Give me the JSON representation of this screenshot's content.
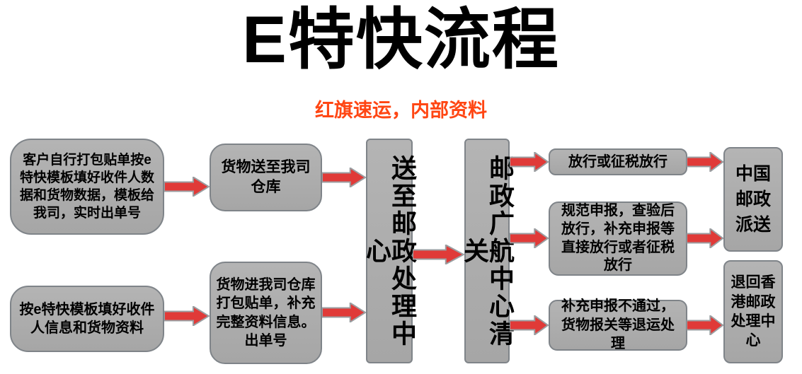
{
  "header": {
    "title": "E特快流程",
    "subtitle": "红旗速运，内部资料"
  },
  "flow": {
    "boxes": [
      {
        "id": "customer-self-pack",
        "text": "客户自行打包贴单按e特快模板填好收件人数据和货物数据，模板给我司，实时出单号"
      },
      {
        "id": "fill-template-info",
        "text": "按e特快模板填好收件人信息和货物资料"
      },
      {
        "id": "goods-to-our-warehouse",
        "text": "货物送至我司仓库"
      },
      {
        "id": "goods-into-warehouse-pack",
        "text": "货物进我司仓库打包贴单，补充完整资料信息。出单号"
      },
      {
        "id": "send-to-postal-center",
        "text": "送至邮政处理中心"
      },
      {
        "id": "postal-guanghang-clearance",
        "text": "邮政广航中心清关"
      },
      {
        "id": "release-or-tax-release",
        "text": "放行或征税放行"
      },
      {
        "id": "standard-declaration-release",
        "text": "规范申报，查验后放行，补充申报等直接放行或者征税放行"
      },
      {
        "id": "declaration-failed-return",
        "text": "补充申报不通过，货物报关等退运处理"
      },
      {
        "id": "china-post-delivery",
        "text": "中国邮政派送"
      },
      {
        "id": "return-hongkong-postal-center",
        "text": "退回香港邮政处理中心"
      }
    ]
  },
  "colors": {
    "title_color": "#000000",
    "subtitle_color": "#ff4613",
    "box_fill": "#a6a6a6",
    "box_fill_light": "#b4b4b4",
    "box_border": "#7f8489",
    "box_text": "#000000",
    "arrow_fill": "#e03a38",
    "arrow_stroke": "#9b9ea1"
  }
}
